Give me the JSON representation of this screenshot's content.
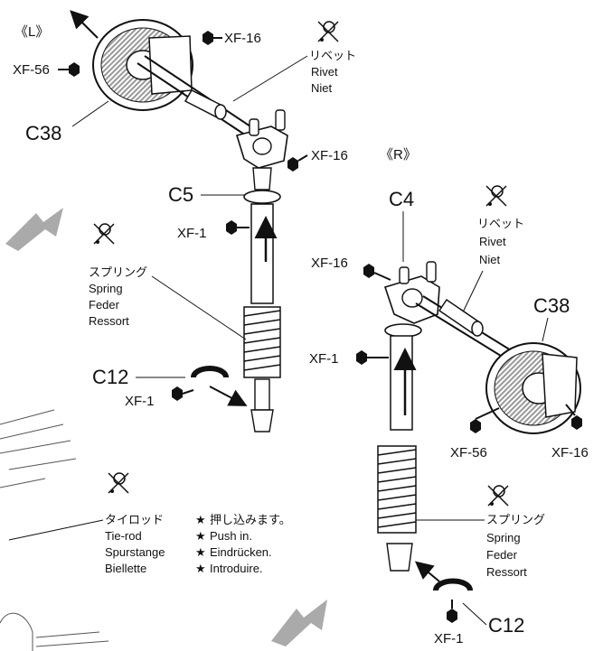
{
  "sides": {
    "left": "《L》",
    "right": "《R》"
  },
  "parts": {
    "c38_left": "C38",
    "c38_right": "C38",
    "c5": "C5",
    "c4": "C4",
    "c12_left": "C12",
    "c12_right": "C12"
  },
  "screws": {
    "xf56_left": "XF-56",
    "xf16_top": "XF-16",
    "xf16_mid": "XF-16",
    "xf1_left": "XF-1",
    "xf1_c12_left": "XF-1",
    "xf16_right": "XF-16",
    "xf1_right": "XF-1",
    "xf56_right": "XF-56",
    "xf16_disc_right": "XF-16",
    "xf1_c12_right": "XF-1"
  },
  "rivet": {
    "jp": "リベット",
    "en": "Rivet",
    "nl": "Niet"
  },
  "spring": {
    "jp": "スプリング",
    "en": "Spring",
    "de": "Feder",
    "fr": "Ressort"
  },
  "tierod": {
    "jp": "タイロッド",
    "en": "Tie-rod",
    "de": "Spurstange",
    "fr": "Biellette"
  },
  "push": {
    "jp": "押し込みます。",
    "en": "Push in.",
    "de": "Eindrücken.",
    "fr": "Introduire."
  },
  "star_symbol": "★"
}
